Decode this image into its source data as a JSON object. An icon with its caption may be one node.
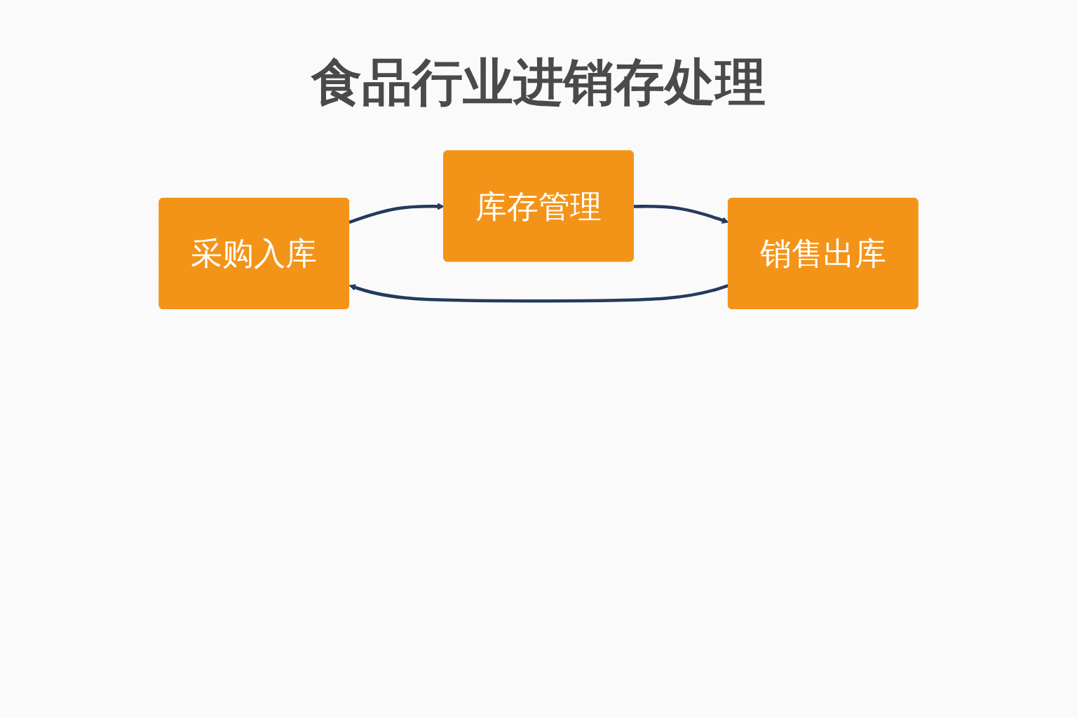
{
  "diagram": {
    "title": "食品行业进销存处理",
    "nodes": [
      {
        "text": [
          "采购入库"
        ]
      },
      {
        "text": [
          "库存管理"
        ]
      },
      {
        "text": [
          "销售出库"
        ]
      }
    ],
    "edges": [
      {
        "from": 0,
        "to": 1,
        "arrow": "to"
      },
      {
        "from": 1,
        "to": 2,
        "arrow": "to"
      },
      {
        "from": 2,
        "to": 0,
        "arrow": "to"
      }
    ]
  }
}
